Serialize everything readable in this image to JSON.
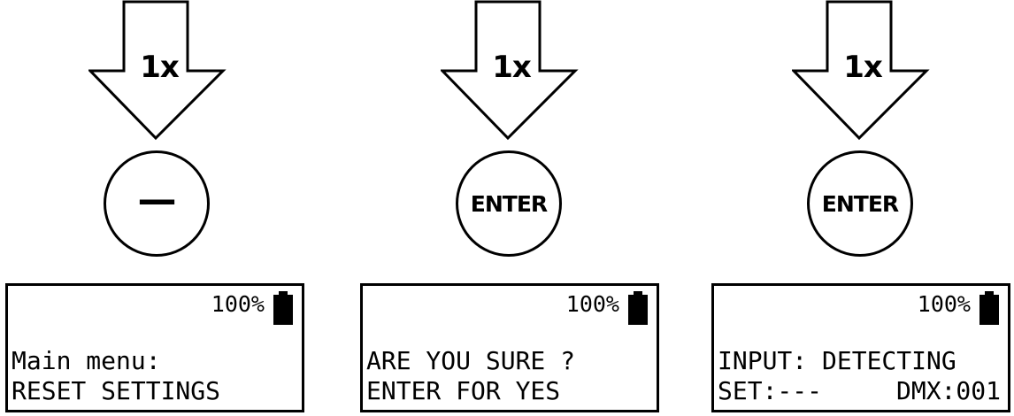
{
  "steps": [
    {
      "press_count": "1x",
      "button_label": "—",
      "button_icon": "minus-icon",
      "display": {
        "battery_percent": "100%",
        "line1": "Main menu:",
        "line2": "RESET SETTINGS",
        "line2_right": ""
      }
    },
    {
      "press_count": "1x",
      "button_label": "ENTER",
      "display": {
        "battery_percent": "100%",
        "line1": "ARE YOU SURE ?",
        "line2": "ENTER FOR YES",
        "line2_right": ""
      }
    },
    {
      "press_count": "1x",
      "button_label": "ENTER",
      "display": {
        "battery_percent": "100%",
        "line1": "INPUT: DETECTING",
        "line2": "SET:---",
        "line2_right": "DMX:001"
      }
    }
  ],
  "colors": {
    "ink": "#000000",
    "background": "#ffffff"
  }
}
